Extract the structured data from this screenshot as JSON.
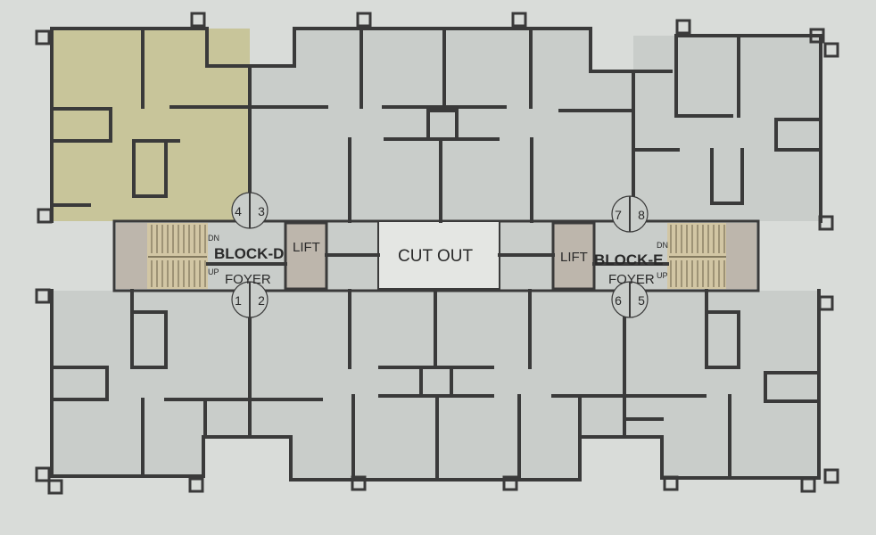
{
  "labels": {
    "block_d": "BLOCK-D",
    "block_e": "BLOCK-E",
    "foyer": "FOYER",
    "lift": "LIFT",
    "cut_out": "CUT OUT",
    "dn": "DN",
    "up": "UP"
  },
  "unit_numbers": [
    "1",
    "2",
    "3",
    "4",
    "5",
    "6",
    "7",
    "8"
  ],
  "colors": {
    "background": "#d9dcd9",
    "unit_fill": "#c9cdca",
    "highlighted_unit_fill": "#c8c59a",
    "stair_fill": "#d2c6a4",
    "core_fill": "#bdb6ac",
    "cut_out_fill": "#e4e6e3",
    "wall": "#3a3a3a"
  }
}
